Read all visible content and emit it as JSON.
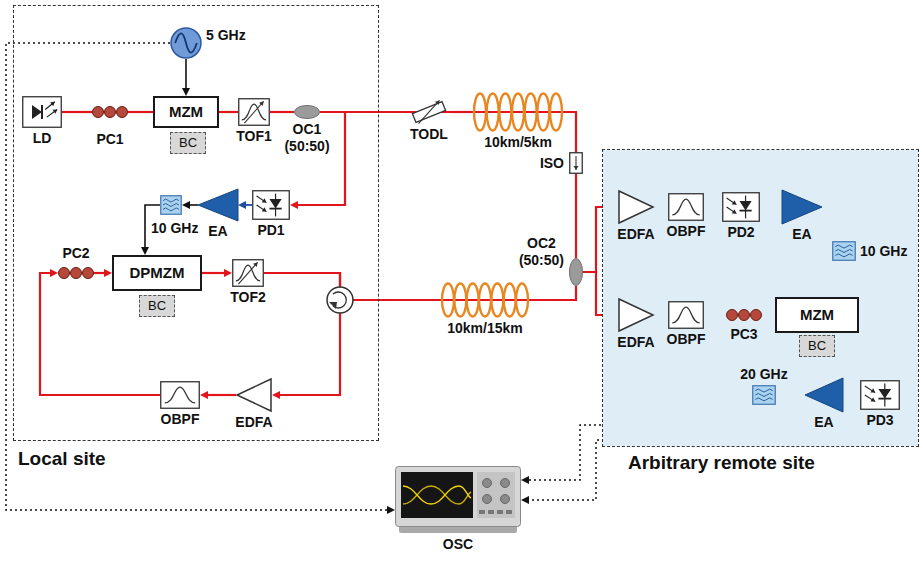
{
  "diagram": {
    "nodes": [
      {
        "text": [
          "Local site"
        ]
      },
      {
        "text": [
          "5 GHz"
        ],
        "in": 0
      },
      {
        "text": [
          "LD"
        ],
        "in": 0
      },
      {
        "text": [
          "PC1"
        ],
        "in": 0
      },
      {
        "text": [
          "MZM"
        ],
        "in": 0
      },
      {
        "text": [
          "BC"
        ],
        "in": 0
      },
      {
        "text": [
          "TOF1"
        ],
        "in": 0
      },
      {
        "text": [
          "OC1 (50:50)"
        ],
        "in": 0
      },
      {
        "text": [
          "PD1"
        ],
        "in": 0
      },
      {
        "text": [
          "EA"
        ],
        "in": 0
      },
      {
        "text": [
          "10 GHz"
        ],
        "in": 0
      },
      {
        "text": [
          "DPMZM"
        ],
        "in": 0
      },
      {
        "text": [
          "BC"
        ],
        "in": 0
      },
      {
        "text": [
          "PC2"
        ],
        "in": 0
      },
      {
        "text": [
          "TOF2"
        ],
        "in": 0
      },
      {
        "text": [
          "OBPF"
        ],
        "in": 0
      },
      {
        "text": [
          "EDFA"
        ],
        "in": 0
      },
      {
        "text": [
          "TODL"
        ]
      },
      {
        "text": [
          "10km/5km"
        ]
      },
      {
        "text": [
          "ISO"
        ]
      },
      {
        "text": [
          "OC2 (50:50)"
        ]
      },
      {
        "text": [
          "10km/15km"
        ]
      },
      {
        "text": [
          "Arbitrary remote site"
        ]
      },
      {
        "text": [
          "EDFA"
        ],
        "in": 22
      },
      {
        "text": [
          "OBPF"
        ],
        "in": 22
      },
      {
        "text": [
          "PD2"
        ],
        "in": 22
      },
      {
        "text": [
          "EA"
        ],
        "in": 22
      },
      {
        "text": [
          "10 GHz"
        ],
        "in": 22
      },
      {
        "text": [
          "EDFA"
        ],
        "in": 22
      },
      {
        "text": [
          "OBPF"
        ],
        "in": 22
      },
      {
        "text": [
          "PC3"
        ],
        "in": 22
      },
      {
        "text": [
          "MZM"
        ],
        "in": 22
      },
      {
        "text": [
          "BC"
        ],
        "in": 22
      },
      {
        "text": [
          "PD3"
        ],
        "in": 22
      },
      {
        "text": [
          "EA"
        ],
        "in": 22
      },
      {
        "text": [
          "20 GHz"
        ],
        "in": 22
      },
      {
        "text": [
          "OSC"
        ]
      }
    ],
    "edges": [
      {
        "from": 1,
        "to": 4,
        "arrow": "to"
      },
      {
        "from": 1,
        "to": 36,
        "arrow": "to"
      },
      {
        "from": 2,
        "to": 3,
        "arrow": "none"
      },
      {
        "from": 3,
        "to": 4,
        "arrow": "none"
      },
      {
        "from": 4,
        "to": 6,
        "arrow": "none"
      },
      {
        "from": 6,
        "to": 7,
        "arrow": "none"
      },
      {
        "from": 7,
        "to": 17,
        "arrow": "none"
      },
      {
        "from": 7,
        "to": 8,
        "arrow": "to"
      },
      {
        "from": 8,
        "to": 9,
        "arrow": "to"
      },
      {
        "from": 9,
        "to": 10,
        "arrow": "to"
      },
      {
        "from": 10,
        "to": 11,
        "arrow": "to"
      },
      {
        "from": 11,
        "to": 14,
        "arrow": "to"
      },
      {
        "from": 14,
        "to": 16,
        "arrow": "to"
      },
      {
        "from": 14,
        "to": 21,
        "arrow": "none"
      },
      {
        "from": 16,
        "to": 15,
        "arrow": "to"
      },
      {
        "from": 15,
        "to": 13,
        "arrow": "to"
      },
      {
        "from": 13,
        "to": 11,
        "arrow": "to"
      },
      {
        "from": 17,
        "to": 18,
        "arrow": "none"
      },
      {
        "from": 18,
        "to": 19,
        "arrow": "none"
      },
      {
        "from": 19,
        "to": 20,
        "arrow": "none"
      },
      {
        "from": 21,
        "to": 20,
        "arrow": "none"
      },
      {
        "from": 20,
        "to": 23,
        "arrow": "none"
      },
      {
        "from": 20,
        "to": 28,
        "arrow": "none"
      },
      {
        "from": 23,
        "to": 24,
        "arrow": "to"
      },
      {
        "from": 24,
        "to": 25,
        "arrow": "to"
      },
      {
        "from": 25,
        "to": 26,
        "arrow": "to"
      },
      {
        "from": 26,
        "to": 27,
        "arrow": "to"
      },
      {
        "from": 27,
        "to": 31,
        "arrow": "to"
      },
      {
        "from": 27,
        "to": 36,
        "arrow": "to"
      },
      {
        "from": 28,
        "to": 29,
        "arrow": "to"
      },
      {
        "from": 29,
        "to": 30,
        "arrow": "to"
      },
      {
        "from": 30,
        "to": 31,
        "arrow": "to"
      },
      {
        "from": 31,
        "to": 33,
        "arrow": "to"
      },
      {
        "from": 33,
        "to": 34,
        "arrow": "to"
      },
      {
        "from": 34,
        "to": 35,
        "arrow": "to"
      },
      {
        "from": 35,
        "to": 36,
        "arrow": "to"
      }
    ]
  }
}
